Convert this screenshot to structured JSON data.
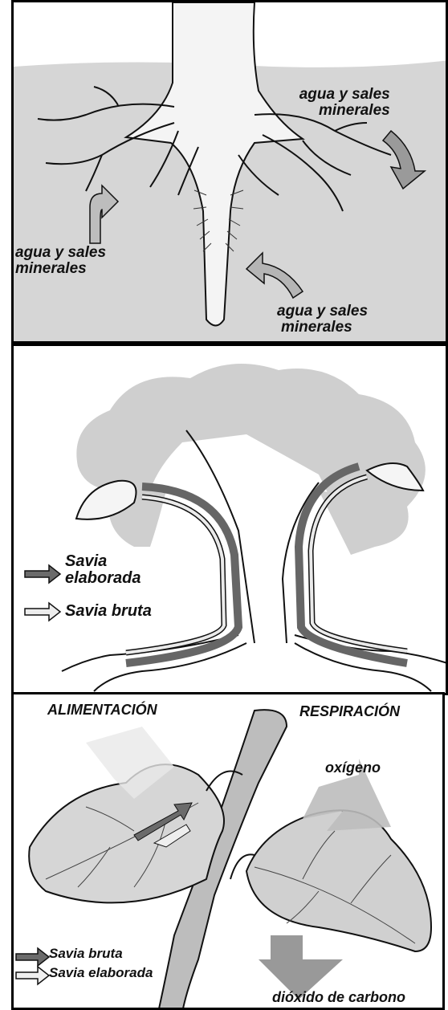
{
  "panel_roots": {
    "label_top_right": [
      "agua y sales",
      "minerales"
    ],
    "label_left": [
      "agua y sales",
      "minerales"
    ],
    "label_bottom_right": [
      "agua y sales",
      "minerales"
    ]
  },
  "panel_sap": {
    "legend_elaborada": [
      "Savia",
      "elaborada"
    ],
    "legend_bruta": "Savia bruta"
  },
  "panel_leaf": {
    "heading_left": "ALIMENTACIÓN",
    "heading_right": "RESPIRACIÓN",
    "label_oxygen": "oxígeno",
    "label_co2": "dióxido de carbono",
    "legend_bruta": "Savia bruta",
    "legend_elaborada": "Savia elaborada"
  },
  "colors": {
    "ink": "#111111",
    "dark_arrow": "#6b6b6b",
    "light_arrow": "#e6e6e6",
    "soil": "#d0d0d0",
    "foliage": "#c8c8c8"
  }
}
